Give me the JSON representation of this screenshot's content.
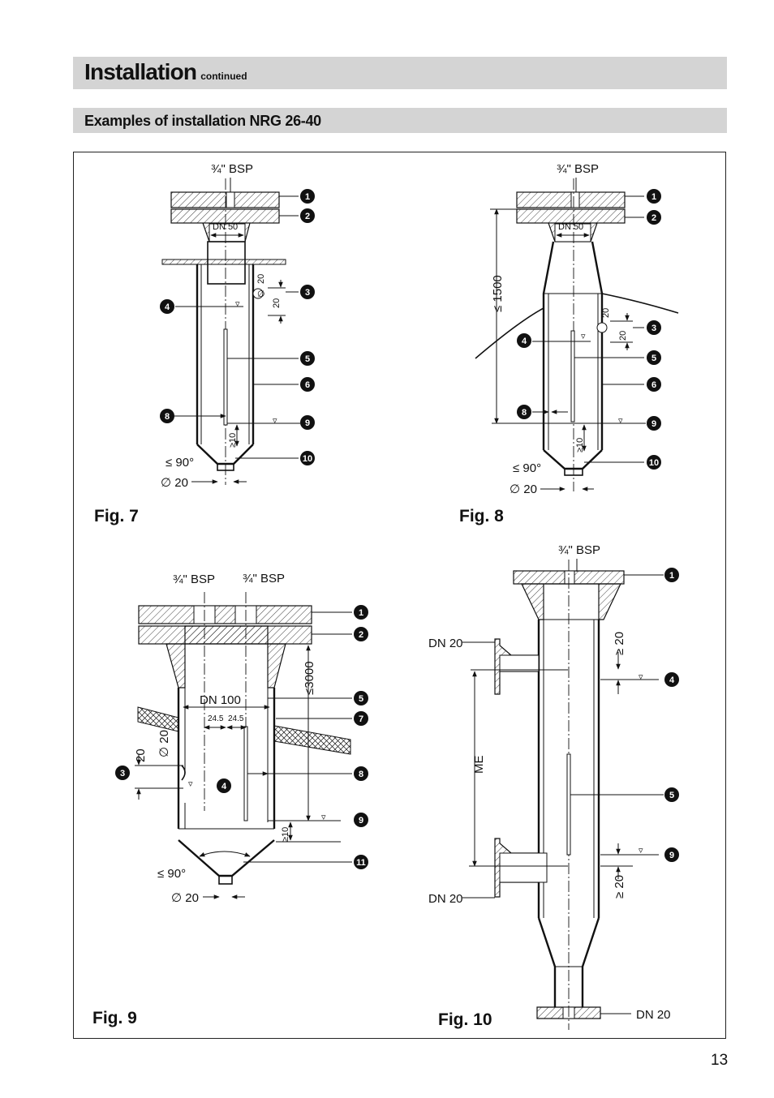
{
  "header": {
    "title": "Installation",
    "title_suffix": "continued"
  },
  "section": {
    "title": "Examples of installation NRG 26-40"
  },
  "page_number": "13",
  "figures": {
    "fig7": {
      "label": "Fig. 7",
      "texts": {
        "bsp": "¾\" BSP",
        "dn": "DN 50",
        "d20": "20",
        "e20": "20",
        "ge10": "≥10",
        "angle": "≤ 90°",
        "dia": "∅ 20"
      },
      "badges": [
        "1",
        "2",
        "3",
        "4",
        "5",
        "6",
        "8",
        "9",
        "10"
      ]
    },
    "fig8": {
      "label": "Fig. 8",
      "texts": {
        "bsp": "¾\" BSP",
        "dn": "DN 50",
        "len": "≤ 1500",
        "d20": "20",
        "e20": "20",
        "ge10": "≥10",
        "angle": "≤ 90°",
        "dia": "∅ 20"
      },
      "badges": [
        "1",
        "2",
        "3",
        "4",
        "5",
        "6",
        "8",
        "9",
        "10"
      ]
    },
    "fig9": {
      "label": "Fig. 9",
      "texts": {
        "bsp1": "¾\" BSP",
        "bsp2": "¾\" BSP",
        "len": "≤3000",
        "dn": "DN 100",
        "w1": "24.5",
        "w2": "24.5",
        "d20": "∅ 20",
        "e20": "20",
        "ge10": "≥10",
        "angle": "≤ 90°",
        "dia": "∅ 20"
      },
      "badges": [
        "1",
        "2",
        "5",
        "7",
        "3",
        "4",
        "8",
        "9",
        "11"
      ]
    },
    "fig10": {
      "label": "Fig. 10",
      "texts": {
        "bsp": "¾\" BSP",
        "dn_top": "DN 20",
        "ge20a": "≥ 20",
        "me": "ME",
        "dn_mid": "DN 20",
        "ge20b": "≥ 20",
        "dn_bot": "DN 20"
      },
      "badges": [
        "1",
        "4",
        "5",
        "9"
      ]
    }
  }
}
